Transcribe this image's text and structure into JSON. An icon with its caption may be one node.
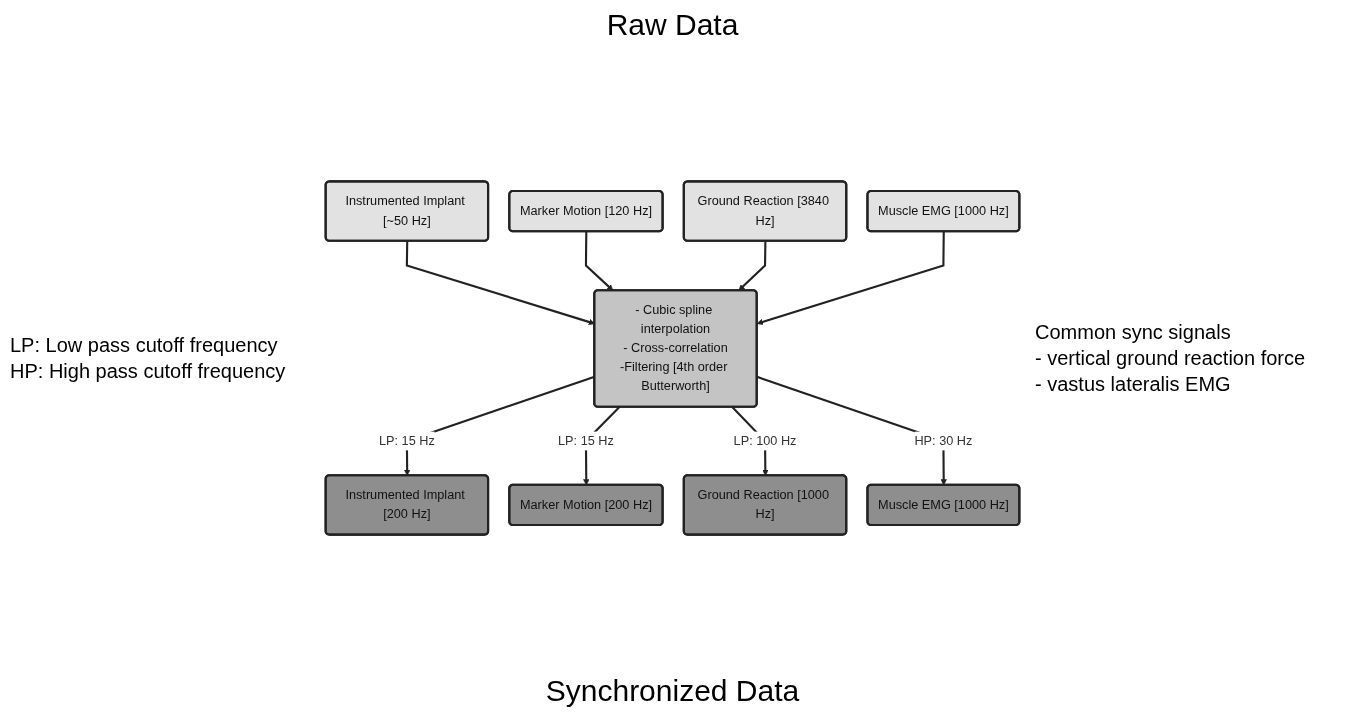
{
  "diagram": {
    "title": "Raw Data",
    "caption": "Synchronized Data",
    "nodes": [
      {
        "text": [
          "Instrumented Implant [~50 Hz]"
        ]
      },
      {
        "text": [
          "Marker Motion [120 Hz]"
        ]
      },
      {
        "text": [
          "Ground Reaction [3840 Hz]"
        ]
      },
      {
        "text": [
          "Muscle EMG [1000 Hz]"
        ]
      },
      {
        "text": [
          "- Cubic spline interpolation",
          "- Cross-correlation",
          "-Filtering [4th order Butterworth]"
        ]
      },
      {
        "text": [
          "Instrumented Implant [200 Hz]"
        ]
      },
      {
        "text": [
          "Marker Motion [200 Hz]"
        ]
      },
      {
        "text": [
          "Ground Reaction [1000 Hz]"
        ]
      },
      {
        "text": [
          "Muscle EMG [1000 Hz]"
        ]
      }
    ],
    "edges": [
      {
        "from": 0,
        "to": 4,
        "arrow": "to"
      },
      {
        "from": 1,
        "to": 4,
        "arrow": "to"
      },
      {
        "from": 2,
        "to": 4,
        "arrow": "to"
      },
      {
        "from": 3,
        "to": 4,
        "arrow": "to"
      },
      {
        "from": 4,
        "to": 5,
        "arrow": "to",
        "label": "LP: 15 Hz"
      },
      {
        "from": 4,
        "to": 6,
        "arrow": "to",
        "label": "LP: 15 Hz"
      },
      {
        "from": 4,
        "to": 7,
        "arrow": "to",
        "label": "LP: 100 Hz"
      },
      {
        "from": 4,
        "to": 8,
        "arrow": "to",
        "label": "HP: 30 Hz"
      }
    ],
    "labels": [
      "LP: Low pass cutoff frequency",
      "HP: High pass cutoff frequency",
      "Common sync signals",
      "- vertical ground reaction force",
      "- vastus lateralis EMG"
    ]
  }
}
